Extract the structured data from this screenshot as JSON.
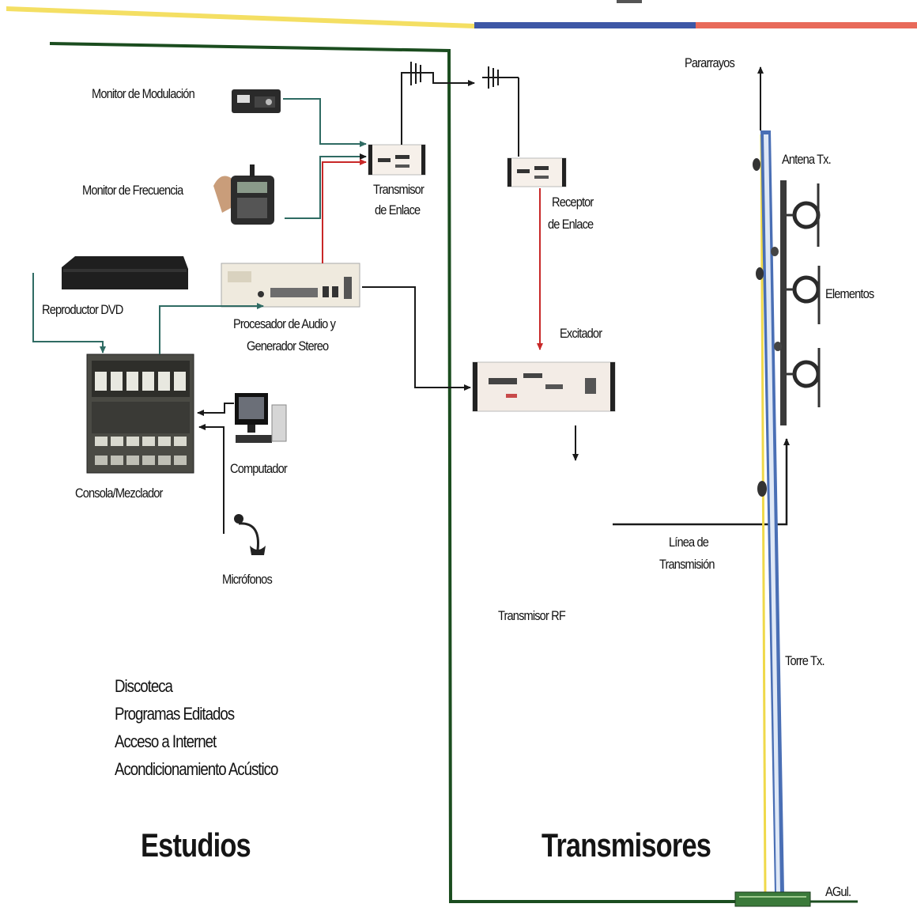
{
  "colors": {
    "yellow": "#f4df63",
    "blue": "#3d57a6",
    "red": "#e86a5a",
    "green_line": "#1b4d1f",
    "teal_line": "#2f6b63",
    "red_line": "#c82828",
    "tower_blue": "#4a6fb5",
    "tower_yellow": "#f0d94a"
  },
  "labels": {
    "monitor_modulacion": "Monitor de Modulación",
    "monitor_frecuencia": "Monitor de Frecuencia",
    "reproductor_dvd": "Reproductor DVD",
    "procesador_l1": "Procesador de Audio y",
    "procesador_l2": "Generador Stereo",
    "transmisor_enlace_l1": "Transmisor",
    "transmisor_enlace_l2": "de Enlace",
    "receptor_enlace_l1": "Receptor",
    "receptor_enlace_l2": "de Enlace",
    "excitador": "Excitador",
    "consola": "Consola/Mezclador",
    "computador": "Computador",
    "microfonos": "Micrófonos",
    "pararrayos": "Pararrayos",
    "antena": "Antena Tx.",
    "elementos": "Elementos",
    "linea_l1": "Línea de",
    "linea_l2": "Transmisión",
    "transmisor_rf": "Transmisor RF",
    "torre": "Torre Tx.",
    "agul": "AGul."
  },
  "notes": [
    "Discoteca",
    "Programas Editados",
    "Acceso a Internet",
    "Acondicionamiento Acústico"
  ],
  "sections": {
    "estudios": "Estudios",
    "transmisores": "Transmisores"
  },
  "icons": {
    "modulation_monitor": "modulation-monitor-icon",
    "frequency_monitor": "frequency-monitor-icon",
    "dvd_player": "dvd-player-icon",
    "audio_processor": "audio-processor-icon",
    "link_transmitter": "link-transmitter-icon",
    "link_receiver": "link-receiver-icon",
    "exciter": "exciter-icon",
    "mixer_console": "mixer-console-icon",
    "computer": "computer-icon",
    "microphone": "microphone-icon",
    "antenna": "antenna-icon",
    "tower": "tower-icon"
  }
}
